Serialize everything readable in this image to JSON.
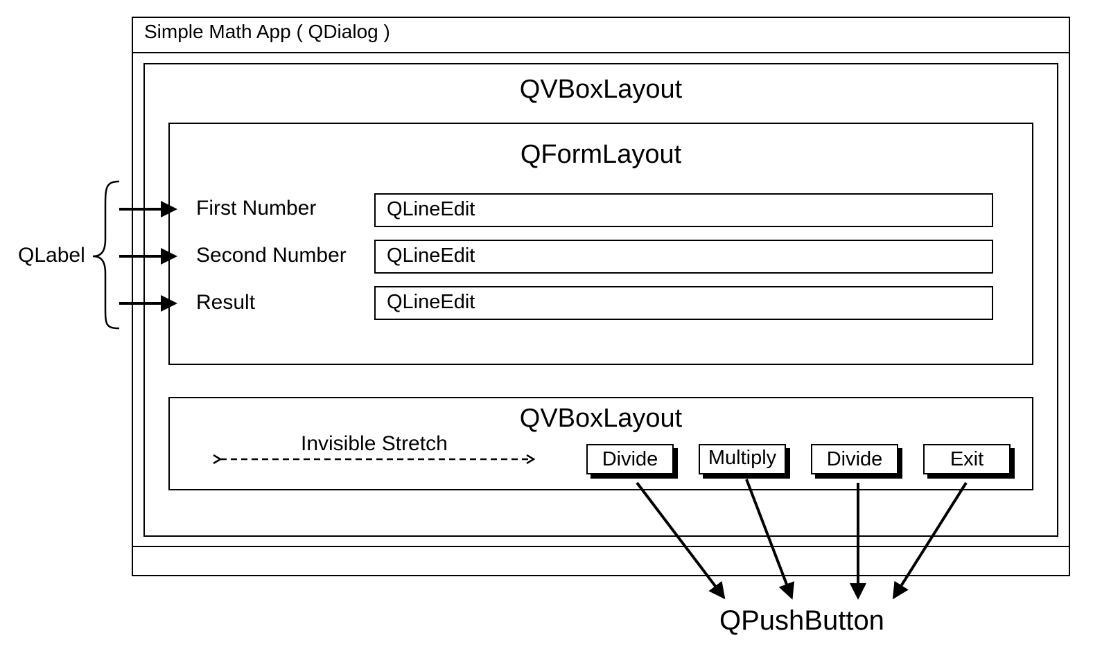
{
  "dialog": {
    "title": "Simple Math App ( QDialog )"
  },
  "outer_layout": {
    "title": "QVBoxLayout"
  },
  "form_layout": {
    "title": "QFormLayout",
    "rows": [
      {
        "label": "First Number",
        "field": "QLineEdit"
      },
      {
        "label": "Second Number",
        "field": "QLineEdit"
      },
      {
        "label": "Result",
        "field": "QLineEdit"
      }
    ]
  },
  "button_layout": {
    "title": "QVBoxLayout",
    "stretch_label": "Invisible Stretch",
    "buttons": [
      "Divide",
      "Multiply",
      "Divide",
      "Exit"
    ]
  },
  "annotations": {
    "label_callout": "QLabel",
    "button_callout": "QPushButton"
  }
}
